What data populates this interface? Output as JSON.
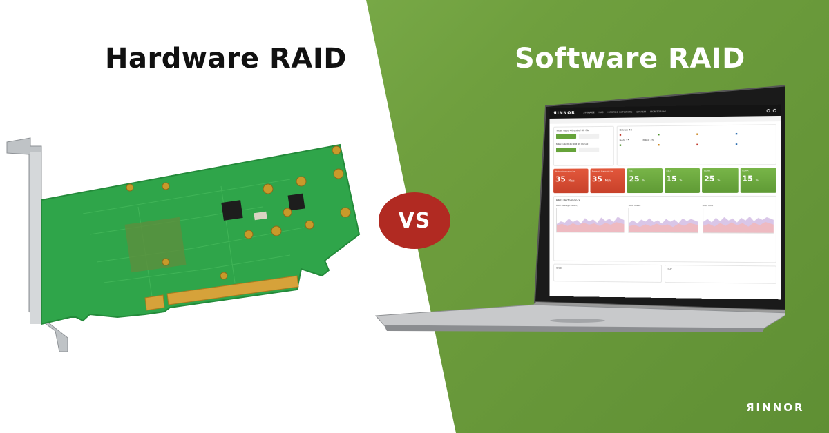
{
  "titles": {
    "left": "Hardware RAID",
    "right": "Software RAID"
  },
  "vs_label": "VS",
  "brand": "ЯINNOR",
  "colors": {
    "green_bg": "#6f9f3e",
    "vs_red": "#b12a22",
    "pcb_green": "#2fa54a"
  },
  "screen": {
    "logo": "ЯINNOR",
    "nav_items": [
      "STORAGE",
      "NAS",
      "HOSTS & INITIATORS",
      "SYSTEM",
      "MONITORING"
    ],
    "top_left": {
      "line1": "Total: used 40 out of 60 Gb",
      "line2": "NAS: used 30 out of 50 Gb"
    },
    "top_right": {
      "drives": "Drives: 48",
      "nas": "NAS: 25",
      "raid": "RAID: 25"
    },
    "tiles": [
      {
        "label": "Network receive bw",
        "value": "35",
        "unit": "Mb/s",
        "tone": "r"
      },
      {
        "label": "Network transmit bw",
        "value": "35",
        "unit": "Mb/s",
        "tone": "r"
      },
      {
        "label": "CPU",
        "value": "25",
        "unit": "%",
        "tone": "g"
      },
      {
        "label": "CPU",
        "value": "15",
        "unit": "%",
        "tone": "g"
      },
      {
        "label": "RDMA",
        "value": "25",
        "unit": "%",
        "tone": "g"
      },
      {
        "label": "RDMA",
        "value": "15",
        "unit": "%",
        "tone": "g"
      }
    ],
    "perf": {
      "title": "RAID Performance",
      "charts": [
        "RAID Average Latency",
        "RAID Speed",
        "RAID IOPS"
      ]
    },
    "bottom": {
      "left": "iSCSI",
      "right": "TCP"
    }
  }
}
